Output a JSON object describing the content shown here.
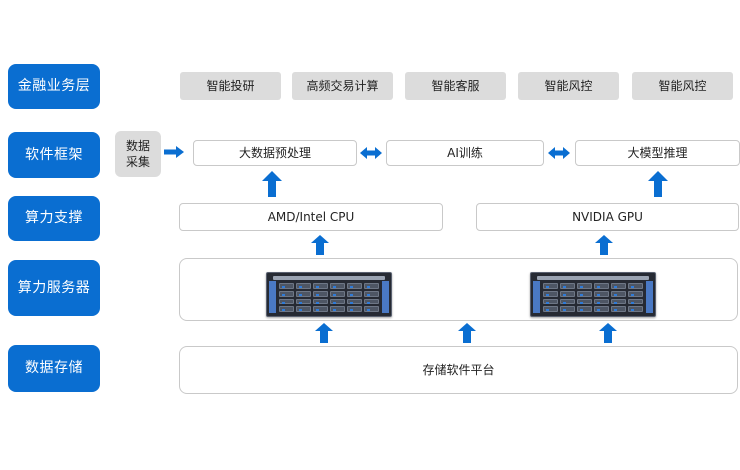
{
  "layers": [
    {
      "label": "金融业务层"
    },
    {
      "label": "软件框架"
    },
    {
      "label": "算力支撑"
    },
    {
      "label": "算力服务器"
    },
    {
      "label": "数据存储"
    }
  ],
  "applications": [
    {
      "label": "智能投研"
    },
    {
      "label": "高频交易计算"
    },
    {
      "label": "智能客服"
    },
    {
      "label": "智能风控"
    },
    {
      "label": "智能风控"
    }
  ],
  "data_collection": {
    "line1": "数据",
    "line2": "采集"
  },
  "framework": {
    "preprocess": "大数据预处理",
    "training": "AI训练",
    "inference": "大模型推理"
  },
  "compute": {
    "cpu": "AMD/Intel CPU",
    "gpu": "NVIDIA  GPU"
  },
  "storage": {
    "label": "存储软件平台"
  },
  "colors": {
    "layer_blue": "#0a6ed1",
    "arrow_blue": "#0a6ed1",
    "pill_gray": "#dcdcdc",
    "border_gray": "#c9c9c9"
  },
  "icons": {
    "up_arrow": "arrow-up-icon",
    "right_arrow": "arrow-right-icon",
    "double_arrow": "arrow-double-icon",
    "server": "rack-server-icon"
  }
}
